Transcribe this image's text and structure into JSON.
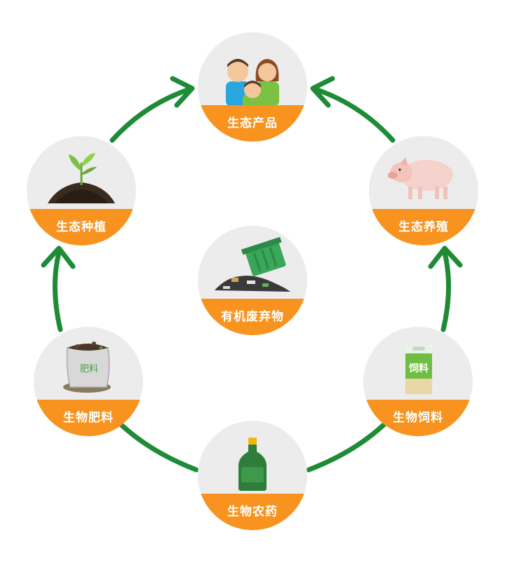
{
  "nodes": {
    "eco_products": {
      "label": "生态产品",
      "icon": "family-icon"
    },
    "eco_breeding": {
      "label": "生态养殖",
      "icon": "pig-icon"
    },
    "bio_feed": {
      "label": "生物饲料",
      "icon": "feed-bag-icon",
      "bag_text": "饲料"
    },
    "bio_pesticide": {
      "label": "生物农药",
      "icon": "bottle-icon"
    },
    "bio_fertilizer": {
      "label": "生物肥料",
      "icon": "fertilizer-bag-icon",
      "bag_text": "肥料"
    },
    "eco_planting": {
      "label": "生态种植",
      "icon": "seedling-icon"
    },
    "organic_waste": {
      "label": "有机废弃物",
      "icon": "dump-bin-icon"
    }
  },
  "colors": {
    "arrow": "#1e8c37",
    "label_bg": "#f7931e",
    "node_bg": "#ececec"
  }
}
